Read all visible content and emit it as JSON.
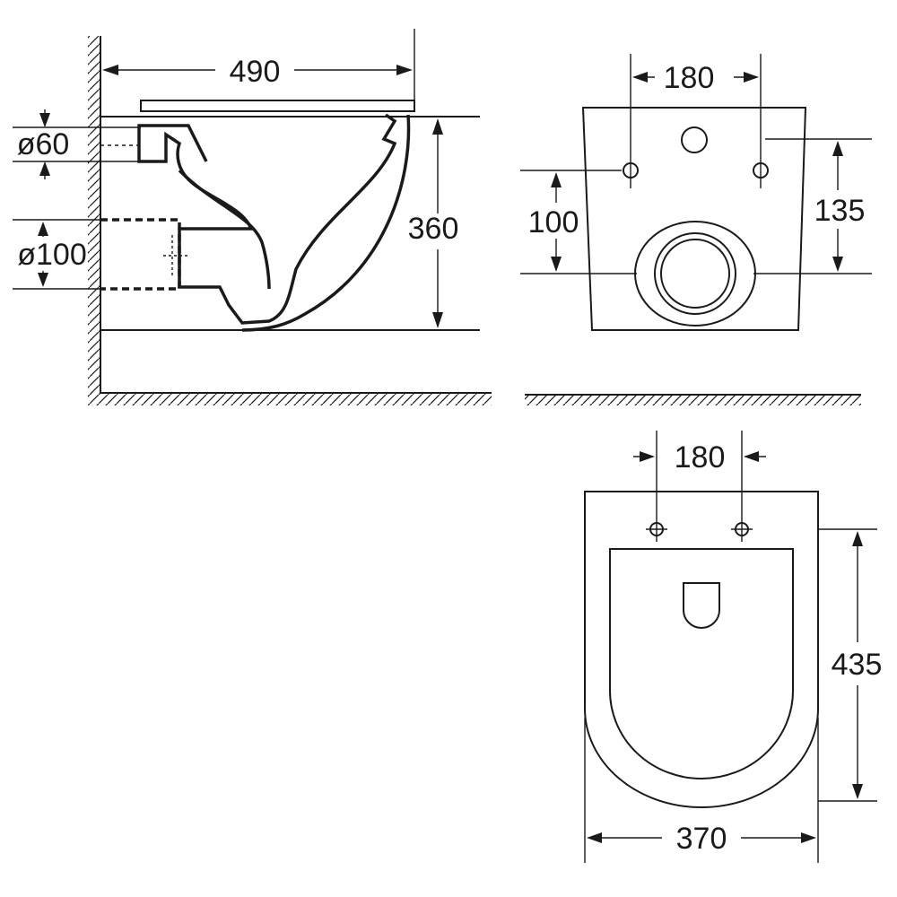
{
  "side_view": {
    "width_label": "490",
    "height_label": "360",
    "inlet_label": "ø60",
    "outlet_label": "ø100"
  },
  "back_view": {
    "bolt_spacing_label": "180",
    "bolt_height_label": "135",
    "outlet_height_label": "100"
  },
  "top_view": {
    "bolt_spacing_label": "180",
    "length_label": "435",
    "width_label": "370"
  }
}
